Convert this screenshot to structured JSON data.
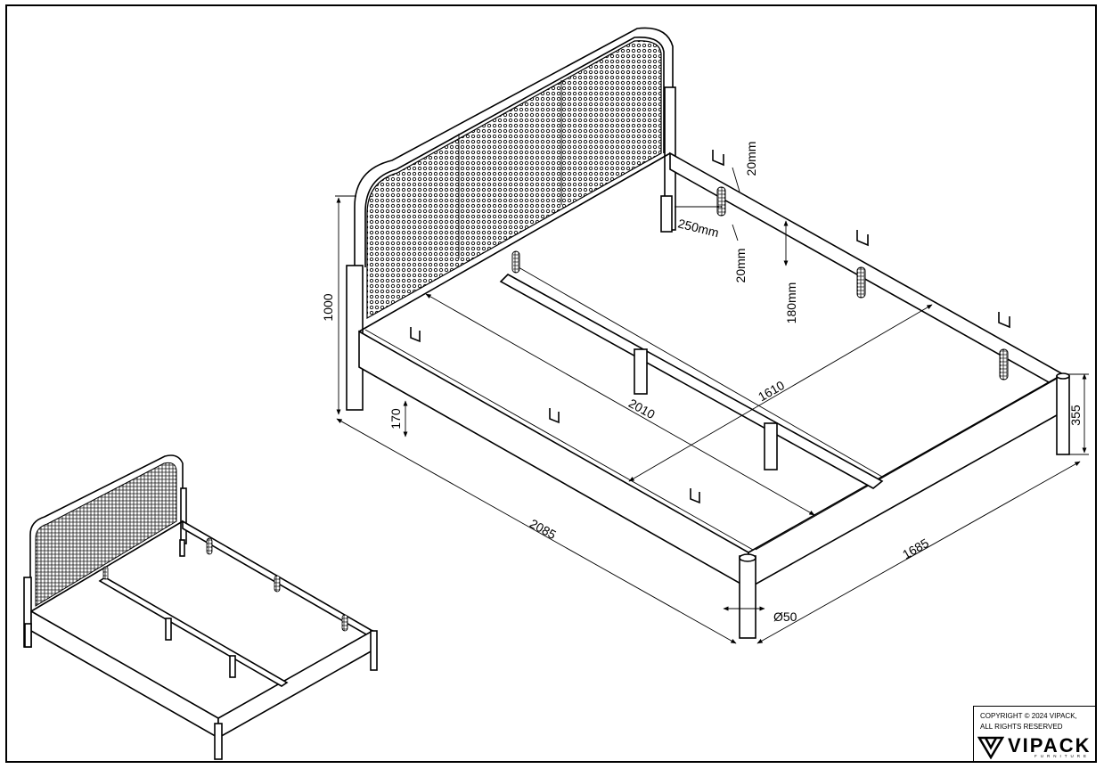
{
  "drawing": {
    "dimensions": {
      "headboard_height": "1000",
      "frame_height": "355",
      "rail_height": "170",
      "inner_length": "2010",
      "inner_width": "1610",
      "outer_length": "2085",
      "outer_width": "1685",
      "leg_diameter": "Ø50",
      "slot_offset_top": "20mm",
      "slot_length": "250mm",
      "slot_offset_bottom": "20mm",
      "slot_depth": "180mm"
    }
  },
  "copyright": {
    "text": "COPYRIGHT  © 2024 VIPACK,\nALL RIGHTS RESERVED"
  },
  "logo": {
    "word": "VIPACK",
    "sub": "FURNITURE"
  }
}
